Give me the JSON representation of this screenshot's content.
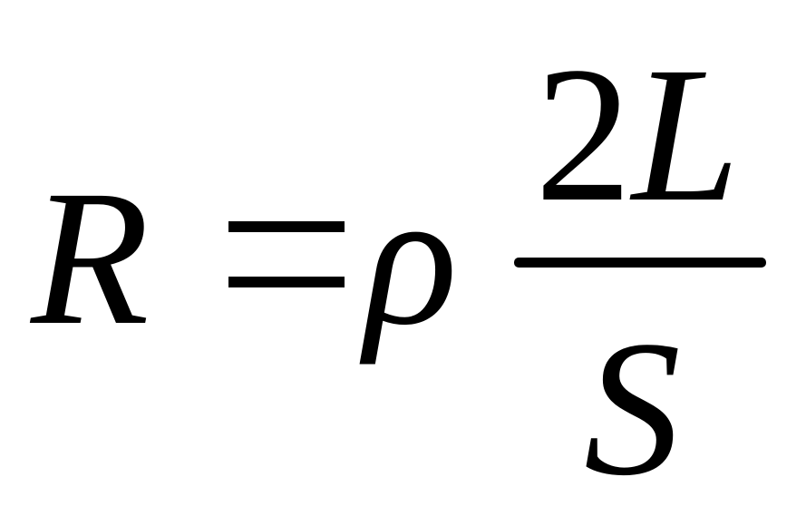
{
  "formula": {
    "lhs": "R",
    "equals": "=",
    "coefficient": "ρ",
    "fraction": {
      "numerator_coefficient": "2",
      "numerator_variable": "L",
      "denominator": "S"
    }
  },
  "colors": {
    "text": "#000000",
    "background": "#ffffff"
  }
}
